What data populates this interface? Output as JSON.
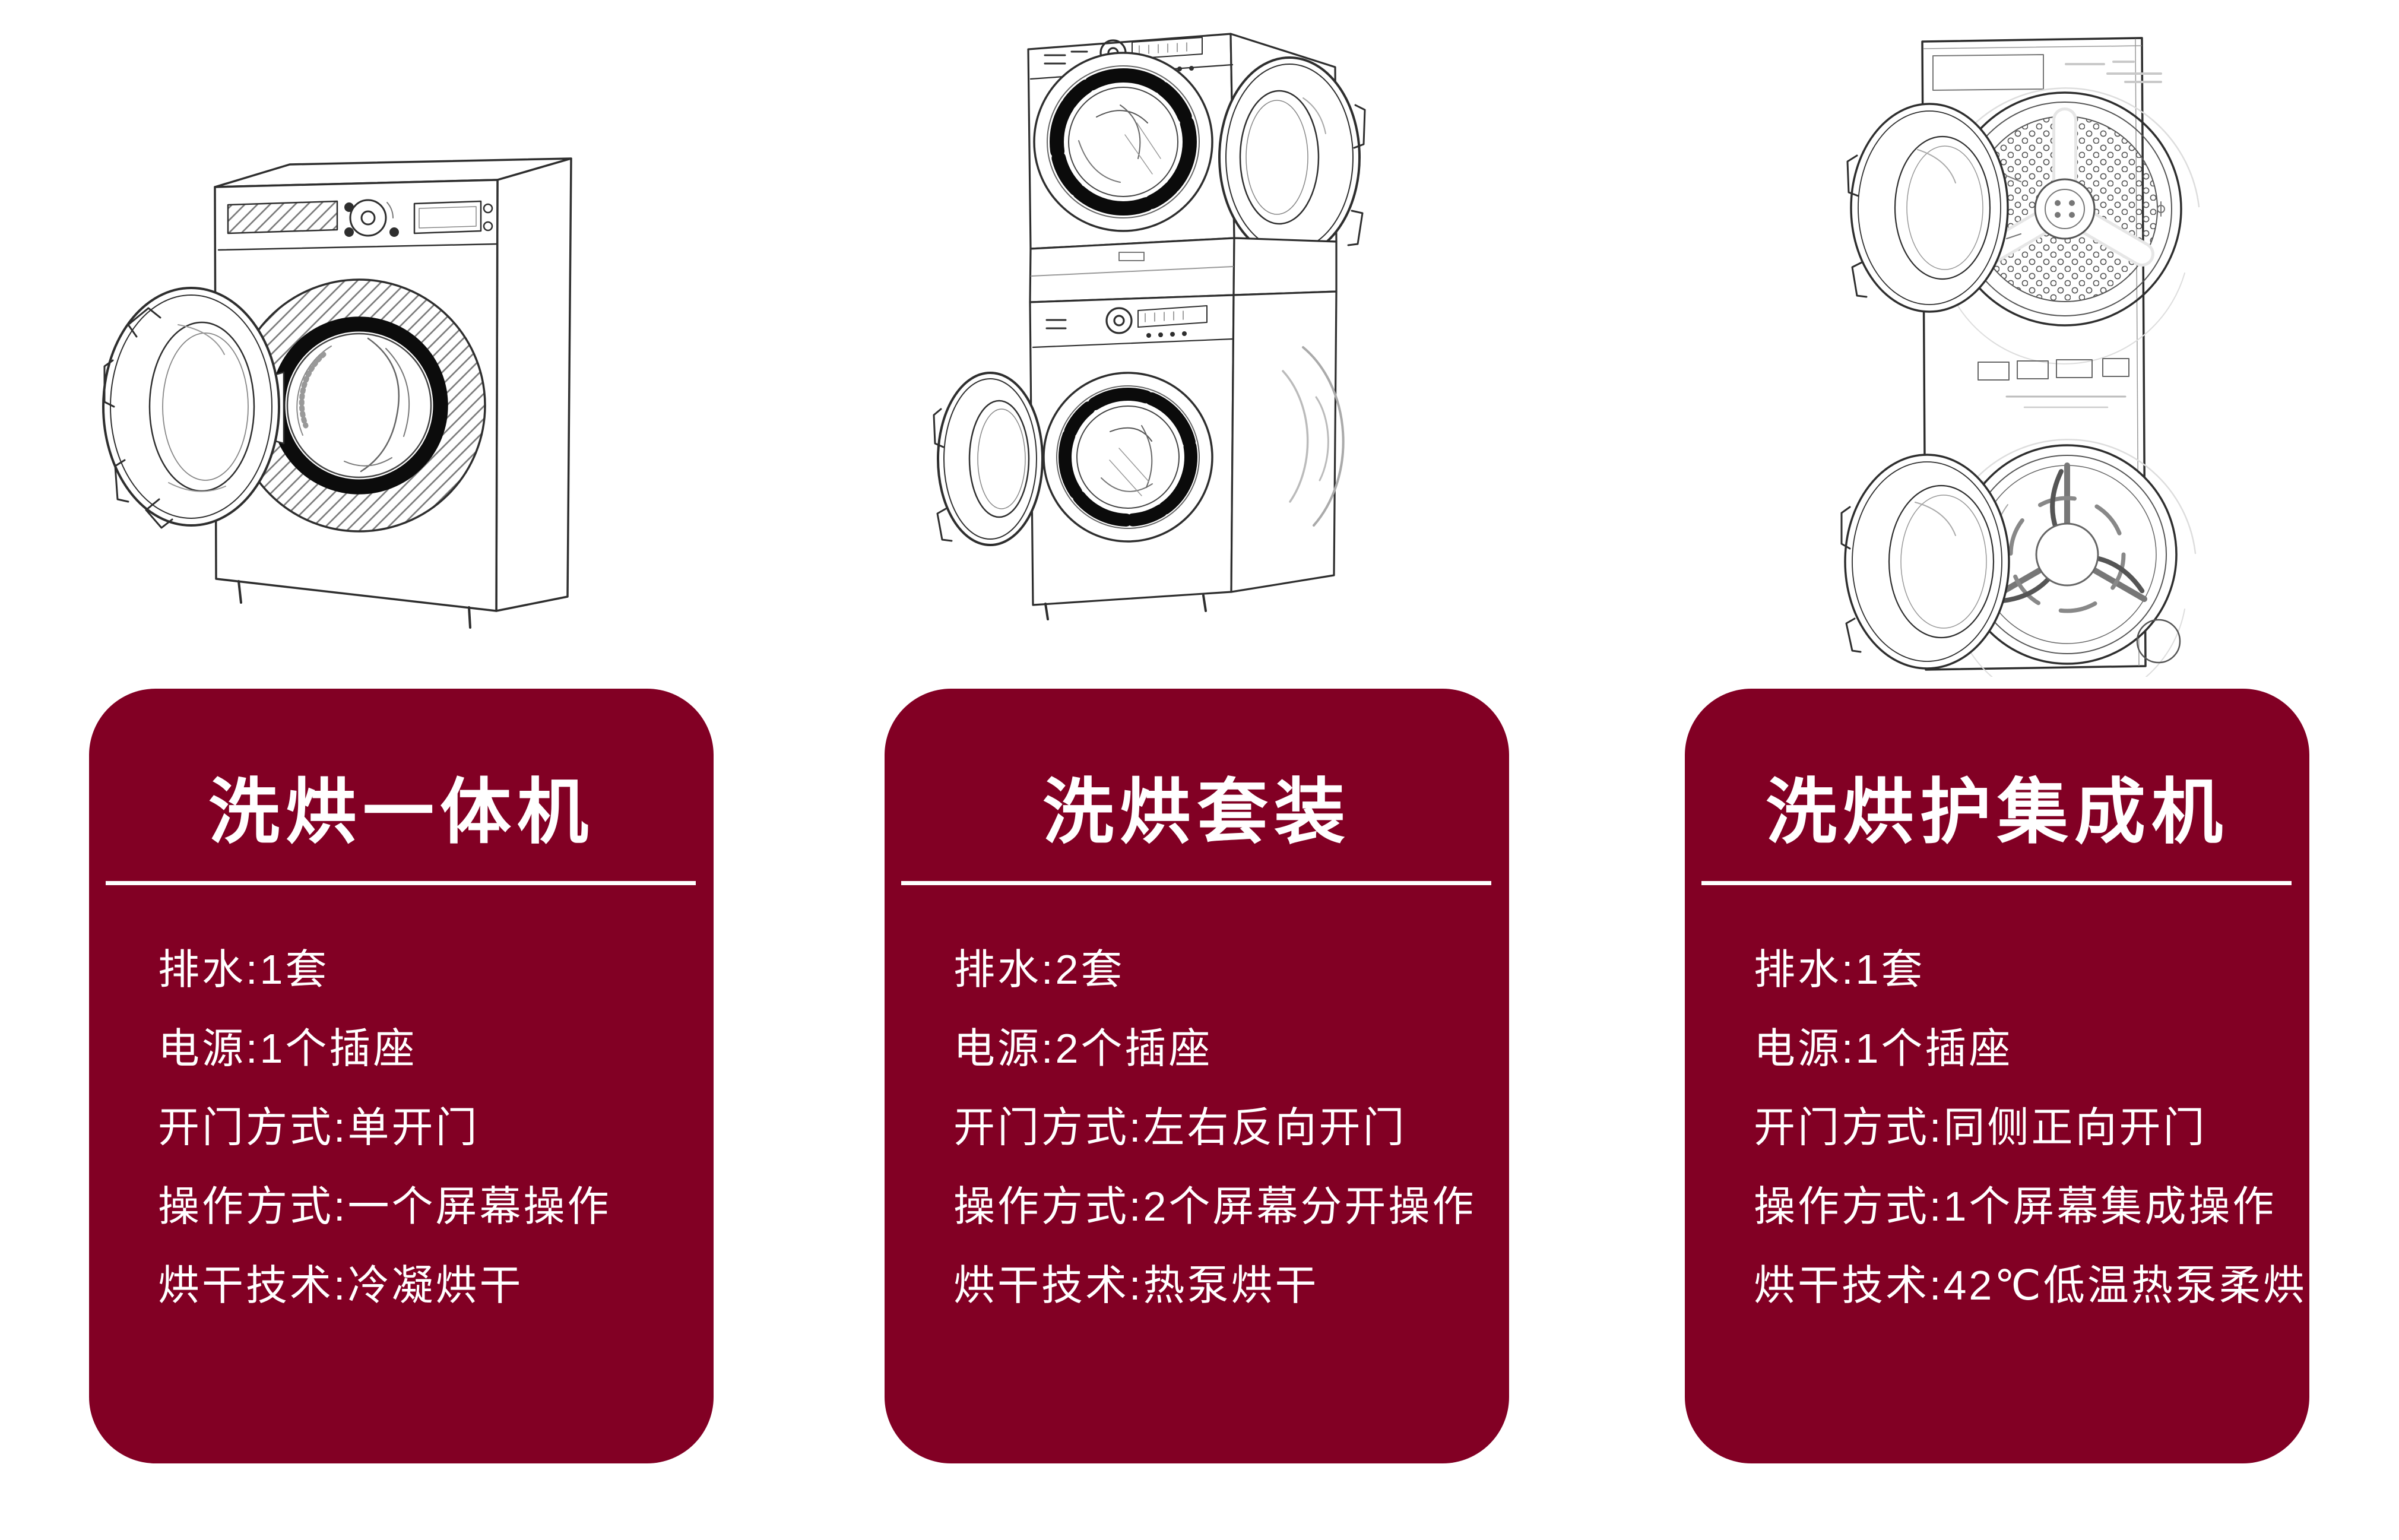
{
  "colors": {
    "page_background": "#ffffff",
    "card_background": "#820024",
    "card_text": "#ffffff",
    "line_art": "#2e2e2e"
  },
  "cards": [
    {
      "illustration": "washer-dryer-combo-line-art",
      "title": "洗烘一体机",
      "specs": [
        "排水:1套",
        "电源:1个插座",
        "开门方式:单开门",
        "操作方式:一个屏幕操作",
        "烘干技术:冷凝烘干"
      ]
    },
    {
      "illustration": "stacked-washer-dryer-set-line-art",
      "title": "洗烘套装",
      "specs": [
        "排水:2套",
        "电源:2个插座",
        "开门方式:左右反向开门",
        "操作方式:2个屏幕分开操作",
        "烘干技术:热泵烘干"
      ]
    },
    {
      "illustration": "integrated-wash-dry-care-tower-line-art",
      "title": "洗烘护集成机",
      "specs": [
        "排水:1套",
        "电源:1个插座",
        "开门方式:同侧正向开门",
        "操作方式:1个屏幕集成操作",
        "烘干技术:42℃低温热泵柔烘"
      ]
    }
  ]
}
